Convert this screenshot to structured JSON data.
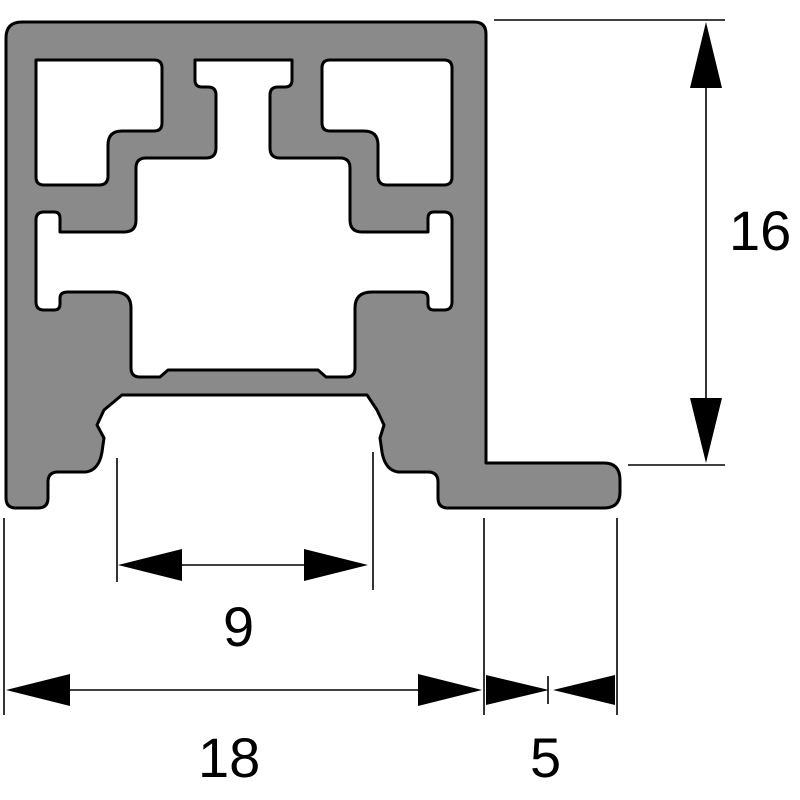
{
  "dimensions": {
    "height": "16",
    "slot_width": "9",
    "body_width": "18",
    "flange_width": "5"
  },
  "colors": {
    "profile_fill": "#8a8a8a",
    "outline": "#000000",
    "background": "#ffffff"
  }
}
